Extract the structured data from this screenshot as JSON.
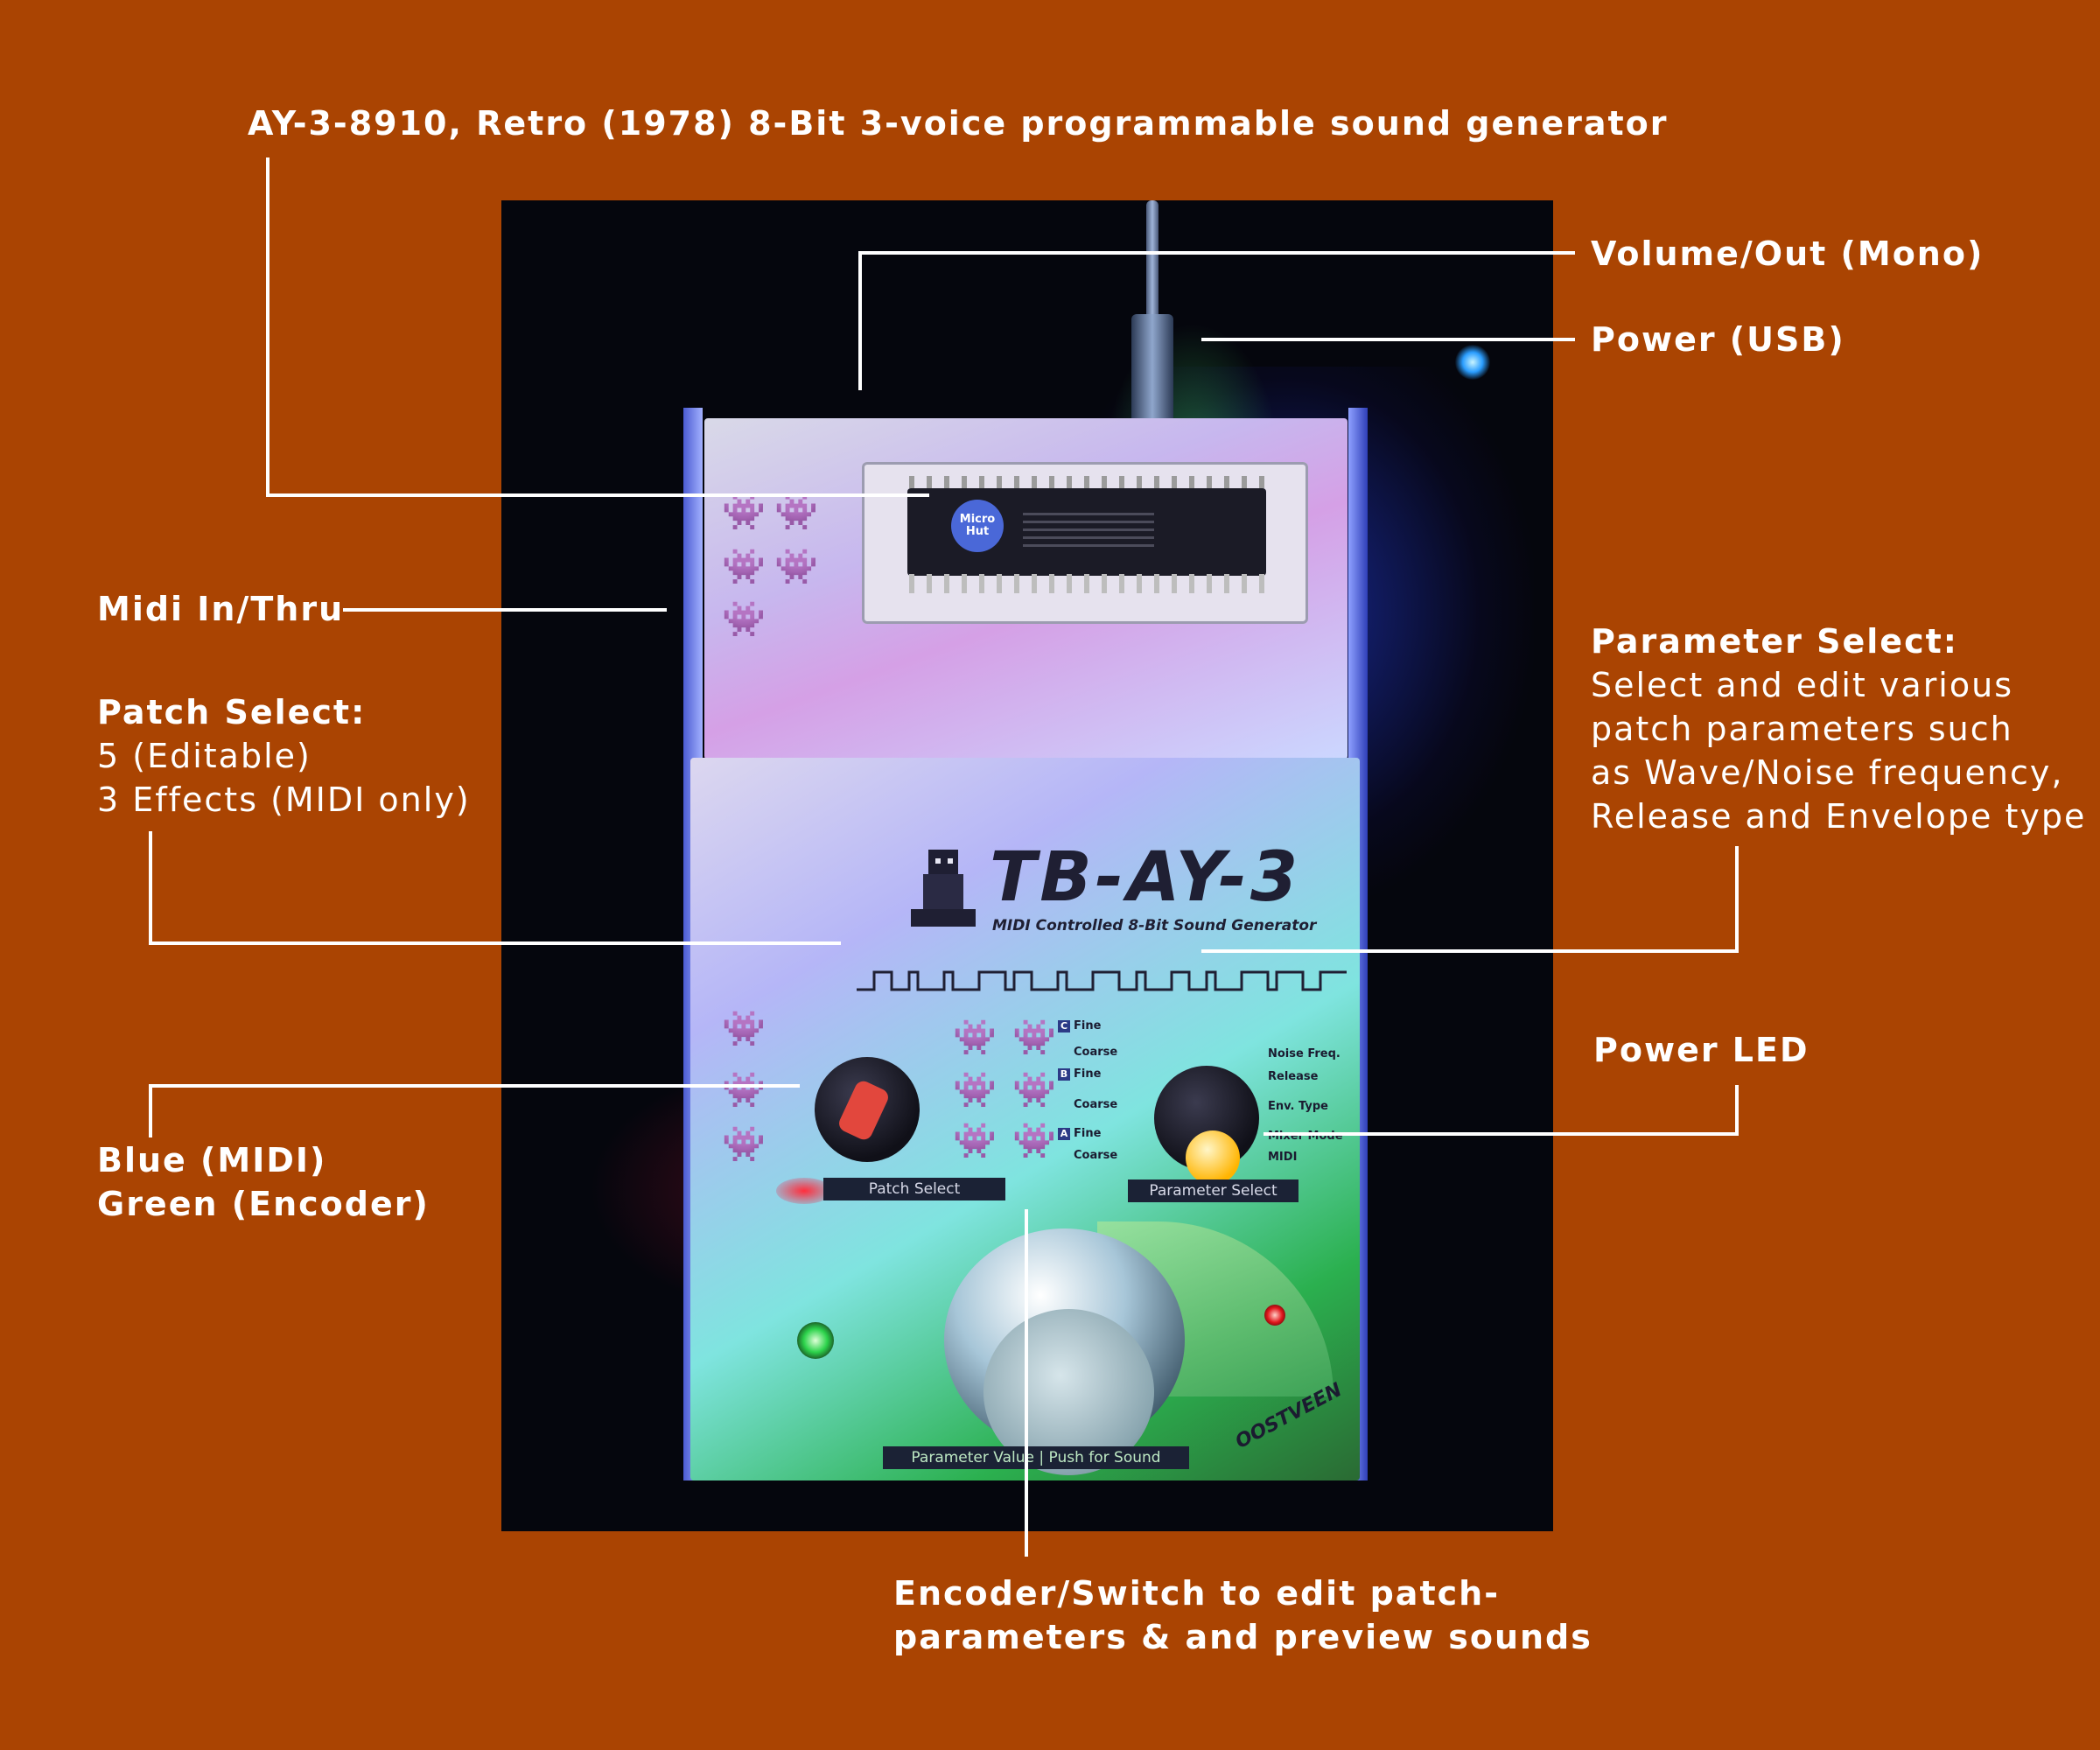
{
  "labels": {
    "chip": "AY-3-8910, Retro (1978) 8-Bit 3-voice programmable sound generator",
    "volume_out": "Volume/Out (Mono)",
    "power_usb": "Power (USB)",
    "midi_in_thru": "Midi In/Thru",
    "patch_select": {
      "title": "Patch Select:",
      "lines": [
        "5 (Editable)",
        "3 Effects (MIDI only)"
      ]
    },
    "parameter_select": {
      "title": "Parameter Select:",
      "lines": [
        "Select and edit various",
        "patch parameters such",
        "as Wave/Noise frequency,",
        "Release and Envelope type"
      ]
    },
    "power_led": "Power LED",
    "midi_led": {
      "lines": [
        "Blue (MIDI)",
        "Green (Encoder)"
      ]
    },
    "encoder": {
      "lines": [
        "Encoder/Switch to edit patch-",
        "parameters & and preview sounds"
      ]
    }
  },
  "device": {
    "name": "TB-AY-3",
    "subtitle": "MIDI Controlled 8-Bit Sound Generator",
    "chip_sticker": "Micro Hut",
    "brand": "OOSTVEEN",
    "patch_plate": "Patch Select",
    "param_plate": "Parameter Select",
    "encoder_plate": "Parameter Value | Push for Sound",
    "channels": [
      {
        "letter": "C",
        "fine": "Fine",
        "coarse": "Coarse"
      },
      {
        "letter": "B",
        "fine": "Fine",
        "coarse": "Coarse"
      },
      {
        "letter": "A",
        "fine": "Fine",
        "coarse": "Coarse"
      }
    ],
    "params": [
      "Noise Freq.",
      "Release",
      "Env. Type",
      "Mixer Mode",
      "MIDI"
    ]
  },
  "colors": {
    "background": "#aa4402",
    "text": "#ffffff",
    "photo_bg": "#05060d",
    "led_power": "#e1161b",
    "led_midi": "#2cd34b",
    "param_knob_cap": "#ffb400",
    "patch_pointer": "#e2473d"
  }
}
